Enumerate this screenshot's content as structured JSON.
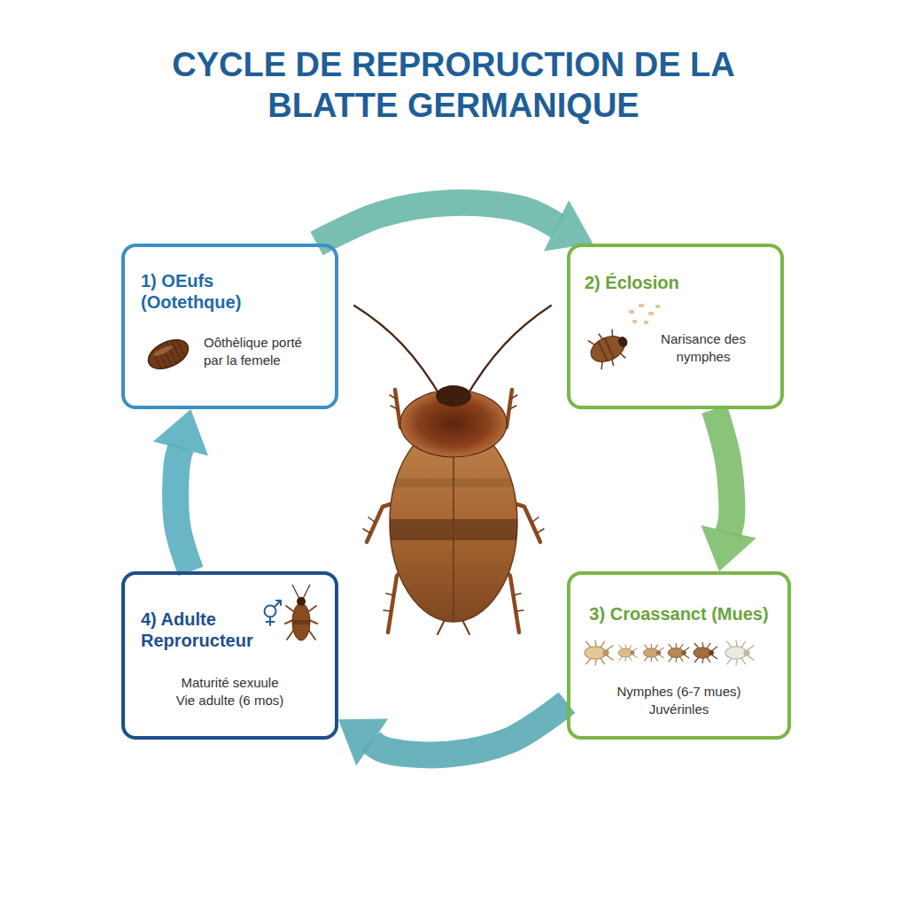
{
  "diagram": {
    "title": "CYCLE DE REPRORUCTION DE LA BLATTE GERMANIQUE",
    "nodes": [
      {
        "text": [
          "1) OEufs (Ootethque)",
          "Oôthèlique porté par la femele"
        ]
      },
      {
        "text": [
          "2) Éclosion",
          "Narisance des nymphes"
        ]
      },
      {
        "text": [
          "3) Croassanct (Mues)",
          "Nymphes (6-7 mues) Juvérinles"
        ]
      },
      {
        "text": [
          "4) Adulte Reproructeur",
          "Maturité sexuule Vie adulte (6 mos)"
        ]
      }
    ],
    "edges": [
      {
        "from": 0,
        "to": 1,
        "arrow": "to"
      },
      {
        "from": 1,
        "to": 2,
        "arrow": "to"
      },
      {
        "from": 2,
        "to": 3,
        "arrow": "to"
      },
      {
        "from": 3,
        "to": 0,
        "arrow": "to"
      }
    ]
  }
}
